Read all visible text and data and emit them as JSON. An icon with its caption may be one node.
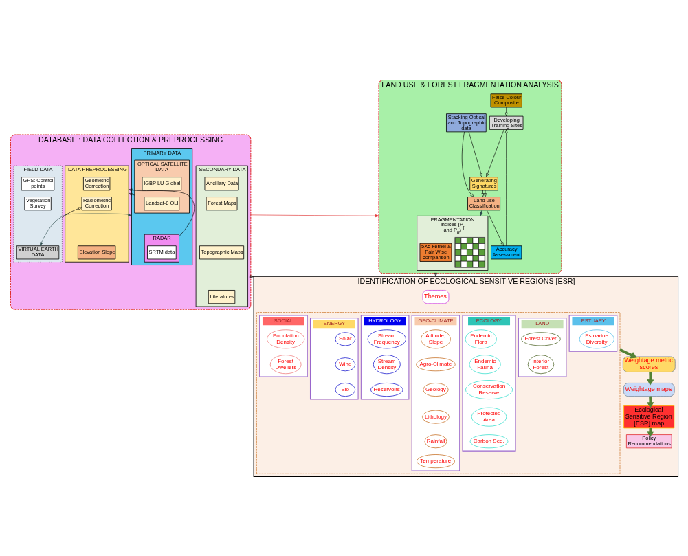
{
  "diagram": {
    "nodes": [
      {
        "text": [
          "DATABASE : DATA COLLECTION & PREPROCESSING"
        ]
      },
      {
        "text": [
          "SECONDARY DATA"
        ],
        "in": 0
      },
      {
        "text": [
          "Ancillary Data"
        ],
        "in": 1
      },
      {
        "text": [
          "Forest Maps"
        ],
        "in": 1
      },
      {
        "text": [
          "Topographic Maps"
        ],
        "in": 1
      },
      {
        "text": [
          "Literatures"
        ],
        "in": 1
      },
      {
        "text": [
          "PRIMARY DATA"
        ],
        "in": 0
      },
      {
        "text": [
          "OPTICAL SATELLITE DATA"
        ],
        "in": 6
      },
      {
        "text": [
          "IGBP LU Global"
        ],
        "in": 7
      },
      {
        "text": [
          "Landsat-8 OLI"
        ],
        "in": 7
      },
      {
        "text": [
          "RADAR"
        ],
        "in": 6
      },
      {
        "text": [
          "SRTM data"
        ],
        "in": 10
      },
      {
        "text": [
          "DATA PREPROCESSING"
        ],
        "in": 0
      },
      {
        "text": [
          "Geometric Correction"
        ],
        "in": 12
      },
      {
        "text": [
          "Radiometric Correction"
        ],
        "in": 12
      },
      {
        "text": [
          "Elevation Slope"
        ],
        "in": 12
      },
      {
        "text": [
          "FIELD DATA"
        ],
        "in": 0
      },
      {
        "text": [
          "GPS: Control points"
        ],
        "in": 16
      },
      {
        "text": [
          "Vegetation Survey"
        ],
        "in": 16
      },
      {
        "text": [
          "VIRTUAL EARTH DATA"
        ],
        "in": 16
      },
      {
        "text": [
          "LAND USE & FOREST FRAGMENTATION ANALYSIS"
        ]
      },
      {
        "text": [
          "False Colour Composite"
        ],
        "in": 20
      },
      {
        "text": [
          "Developing Training Sites"
        ],
        "in": 20
      },
      {
        "text": [
          "Stacking Optical and Topographic data"
        ],
        "in": 20
      },
      {
        "text": [
          "Generating Signatures"
        ],
        "in": 20
      },
      {
        "text": [
          "Land use Classification"
        ],
        "in": 20
      },
      {
        "text": [
          "Accuracy Assessment"
        ],
        "in": 20
      },
      {
        "text": [
          "FRAGMENTATION indices (P$_{f}$ and P$_{ff}$)"
        ],
        "in": 20
      },
      {
        "text": [],
        "shape": "grid",
        "in": 27
      },
      {
        "text": [
          "5X5 kernel & Pair Wise comparison"
        ],
        "in": 27
      },
      {
        "text": [
          "IDENTIFICATION OF ECOLOGICAL SENSITIVE REGIONS [ESR]"
        ]
      },
      {
        "text": [
          "Themes"
        ],
        "in": 30
      },
      {
        "text": [],
        "shape": "box",
        "in": 30
      },
      {
        "text": [
          "LAND"
        ],
        "in": 32
      },
      {
        "text": [
          "Forest Cover"
        ],
        "in": 33
      },
      {
        "text": [
          "Interior Forest"
        ],
        "in": 33
      },
      {
        "text": [
          "ECOLOGY"
        ],
        "in": 32
      },
      {
        "text": [
          "Endemic Flora"
        ],
        "in": 36
      },
      {
        "text": [
          "Endemic Fauna"
        ],
        "in": 36
      },
      {
        "text": [
          "Conservation Reserve"
        ],
        "in": 36
      },
      {
        "text": [
          "Protected Area"
        ],
        "in": 36
      },
      {
        "text": [
          "Carbon Seq."
        ],
        "in": 36
      },
      {
        "text": [
          "GEO-CLIMATE"
        ],
        "in": 32
      },
      {
        "text": [
          "Altitude; Slope"
        ],
        "in": 42
      },
      {
        "text": [
          "Agro-Climate"
        ],
        "in": 42
      },
      {
        "text": [
          "Geology"
        ],
        "in": 42
      },
      {
        "text": [
          "Lithology"
        ],
        "in": 42
      },
      {
        "text": [
          "Rainfall"
        ],
        "in": 42
      },
      {
        "text": [
          "Temperature"
        ],
        "in": 42
      },
      {
        "text": [
          "HYDROLOGY"
        ],
        "in": 32
      },
      {
        "text": [
          "Stream Frequency"
        ],
        "in": 49
      },
      {
        "text": [
          "Stream Density"
        ],
        "in": 49
      },
      {
        "text": [
          "Reservoirs"
        ],
        "in": 49
      },
      {
        "text": [
          "ENERGY"
        ],
        "in": 32
      },
      {
        "text": [
          "Solar"
        ],
        "in": 53
      },
      {
        "text": [
          "Wind"
        ],
        "in": 53
      },
      {
        "text": [
          "Bio"
        ],
        "in": 53
      },
      {
        "text": [
          "SOCIAL"
        ],
        "in": 32
      },
      {
        "text": [
          "Population Density"
        ],
        "in": 57
      },
      {
        "text": [
          "Forest Dwellers"
        ],
        "in": 57
      },
      {
        "text": [
          "ESTUARY"
        ],
        "in": 32
      },
      {
        "text": [
          "Estuarine Diversity"
        ],
        "in": 60
      },
      {
        "text": [
          "Weightage metric scores"
        ],
        "in": 30
      },
      {
        "text": [
          "Weightage maps"
        ],
        "in": 30
      },
      {
        "text": [
          "Ecological Sensitive Region [ESR] map"
        ],
        "in": 30
      },
      {
        "text": [
          "Policy Recommendations"
        ],
        "in": 30
      }
    ],
    "edges": [
      {
        "from": 7,
        "to": 12,
        "arrow": "to"
      },
      {
        "from": 10,
        "to": 12,
        "arrow": "to"
      },
      {
        "from": 16,
        "to": 14,
        "arrow": "to"
      },
      {
        "from": 6,
        "to": 19,
        "arrow": "both",
        "color": "#2f4f4f"
      },
      {
        "from": 0,
        "to": 20,
        "arrow": "to",
        "color": "#e03030"
      },
      {
        "from": 0,
        "to": 30,
        "arrow": "to"
      },
      {
        "from": 20,
        "to": 30,
        "arrow": "to"
      },
      {
        "from": 21,
        "to": 22,
        "arrow": "to"
      },
      {
        "from": 22,
        "to": 24,
        "arrow": "to"
      },
      {
        "from": 23,
        "to": 24,
        "arrow": "to"
      },
      {
        "from": 23,
        "to": 25,
        "arrow": "to"
      },
      {
        "from": 24,
        "to": 25,
        "arrow": "to"
      },
      {
        "from": 24,
        "to": 25,
        "arrow": "to"
      },
      {
        "from": 25,
        "to": 26,
        "arrow": "to"
      },
      {
        "from": 26,
        "to": 22,
        "arrow": "to"
      },
      {
        "from": 25,
        "to": 27,
        "arrow": "both",
        "color": "#2f4f4f"
      },
      {
        "from": 32,
        "to": 62,
        "arrow": "to",
        "color": "#548235",
        "style": "thick"
      },
      {
        "from": 62,
        "to": 63,
        "arrow": "to",
        "color": "#548235",
        "style": "thick"
      },
      {
        "from": 63,
        "to": 64,
        "arrow": "to",
        "color": "#548235",
        "style": "thick"
      },
      {
        "from": 64,
        "to": 65,
        "arrow": "to",
        "color": "#548235",
        "style": "thick"
      }
    ]
  }
}
